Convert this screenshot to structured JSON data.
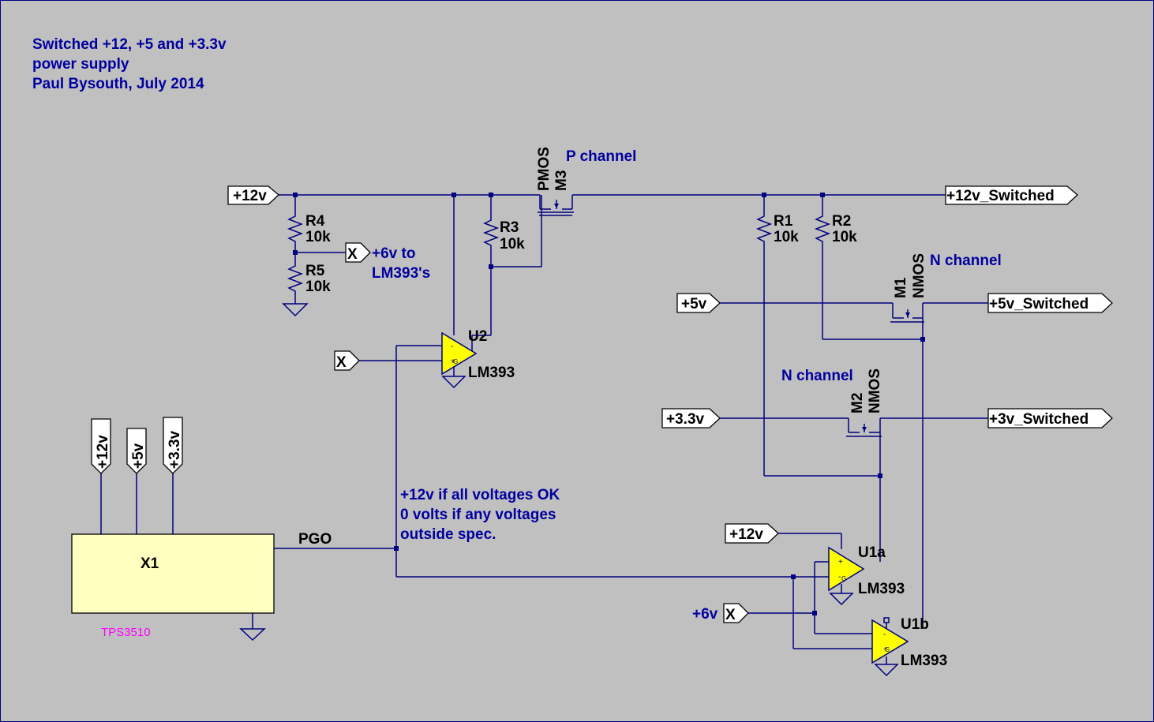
{
  "title": {
    "line1": "Switched +12, +5 and +3.3v",
    "line2": "power supply",
    "line3": "Paul Bysouth,  July 2014"
  },
  "nets": {
    "in_12v": "+12v",
    "in_5v": "+5v",
    "in_3v3": "+3.3v",
    "out_12v": "+12v_Switched",
    "out_5v": "+5v_Switched",
    "out_3v": "+3v_Switched",
    "x": "X",
    "six_v": "+6v",
    "pgo": "PGO"
  },
  "components": {
    "r4": {
      "ref": "R4",
      "value": "10k"
    },
    "r5": {
      "ref": "R5",
      "value": "10k"
    },
    "r3": {
      "ref": "R3",
      "value": "10k"
    },
    "r1": {
      "ref": "R1",
      "value": "10k"
    },
    "r2": {
      "ref": "R2",
      "value": "10k"
    },
    "m3": {
      "ref": "M3",
      "type": "PMOS"
    },
    "m1": {
      "ref": "M1",
      "type": "NMOS"
    },
    "m2": {
      "ref": "M2",
      "type": "NMOS"
    },
    "u2": {
      "ref": "U2",
      "part": "LM393"
    },
    "u1a": {
      "ref": "U1a",
      "part": "LM393"
    },
    "u1b": {
      "ref": "U1b",
      "part": "LM393"
    },
    "x1": {
      "ref": "X1",
      "part": "TPS3510"
    }
  },
  "annotations": {
    "p_channel": "P channel",
    "n_channel_1": "N channel",
    "n_channel_2": "N channel",
    "six_v_line1": "+6v to",
    "six_v_line2": "LM393's",
    "pgo_line1": "+12v if all voltages OK",
    "pgo_line2": "0 volts if any voltages",
    "pgo_line3": "outside spec."
  },
  "colors": {
    "background": "#c0c0c0",
    "wire": "#000080",
    "opamp": "#ffff00",
    "x1_body": "#ffffc0",
    "label_blue": "#0000a0",
    "part_magenta": "#ff00ff"
  }
}
